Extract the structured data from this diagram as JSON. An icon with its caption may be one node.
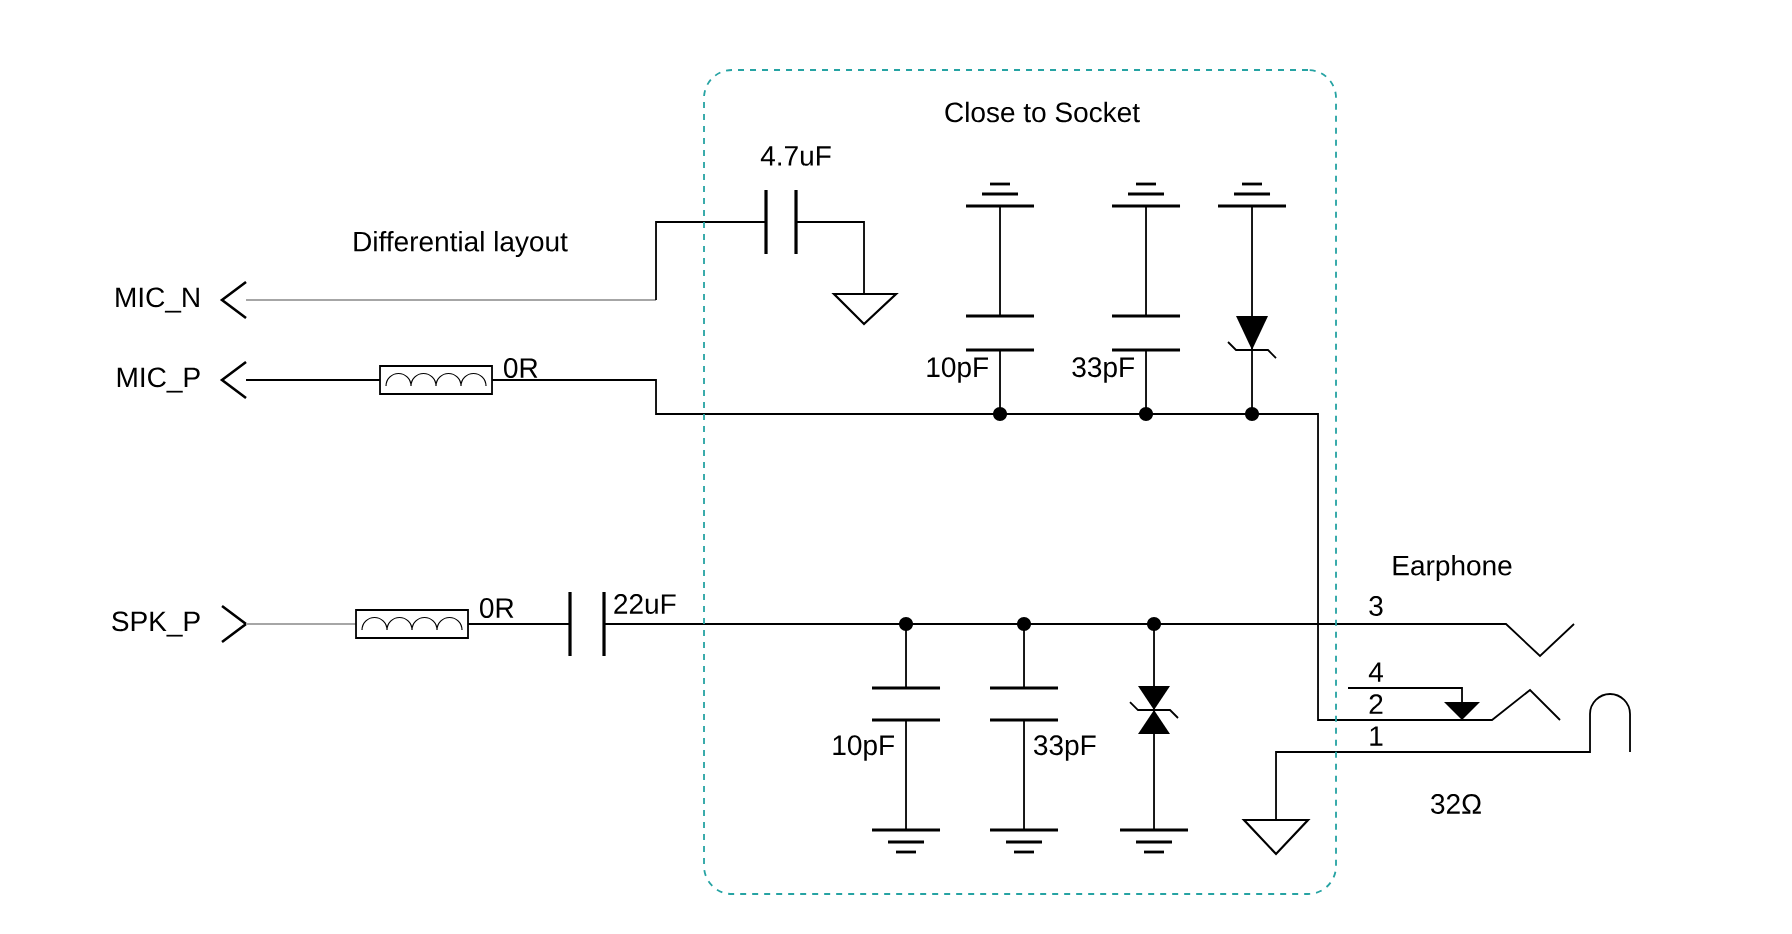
{
  "diagram": {
    "nodes": [
      {
        "text": [
          "Close to Socket"
        ]
      }
    ],
    "labels": [
      "4.7uF",
      "Differential layout",
      "MIC_N",
      "MIC_P",
      "0R",
      "10pF",
      "33pF",
      "Earphone",
      "SPK_P",
      "0R",
      "22uF",
      "3",
      "4",
      "2",
      "10pF",
      "33pF",
      "1",
      "32Ω"
    ]
  }
}
